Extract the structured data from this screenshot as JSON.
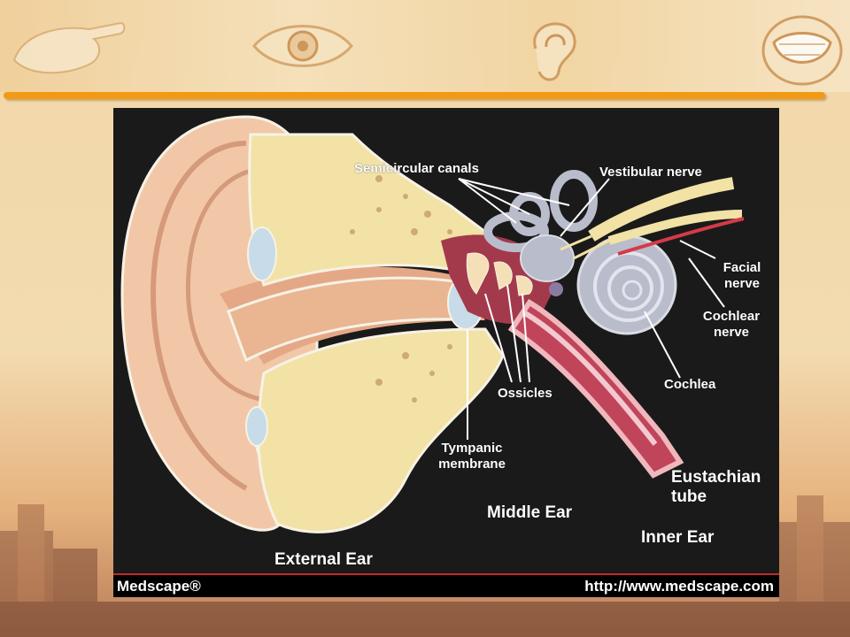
{
  "diagram": {
    "labels": {
      "semicircular_canals": "Semicircular canals",
      "vestibular_nerve": "Vestibular nerve",
      "facial_nerve": "Facial\nnerve",
      "cochlear_nerve": "Cochlear\nnerve",
      "cochlea": "Cochlea",
      "ossicles": "Ossicles",
      "tympanic_membrane": "Tympanic\nmembrane",
      "eustachian_tube": "Eustachian\ntube",
      "middle_ear": "Middle Ear",
      "inner_ear": "Inner Ear",
      "external_ear": "External Ear"
    },
    "footer": {
      "brand": "Medscape®",
      "url": "http://www.medscape.com"
    }
  },
  "colors": {
    "divider": "#f39a14",
    "figure_background": "#1a1a1a",
    "skin": "#f2c7a8",
    "bone": "#f2e2a6",
    "inner_ear": "#b9bccb",
    "tube": "#c0455a"
  }
}
